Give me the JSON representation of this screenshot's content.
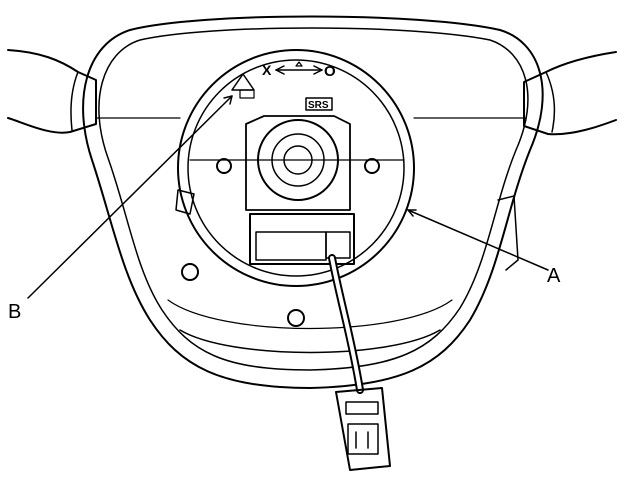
{
  "callouts": {
    "a": "A",
    "b": "B"
  },
  "markings": {
    "srs": "SRS",
    "cross": "X",
    "circle": "O"
  }
}
